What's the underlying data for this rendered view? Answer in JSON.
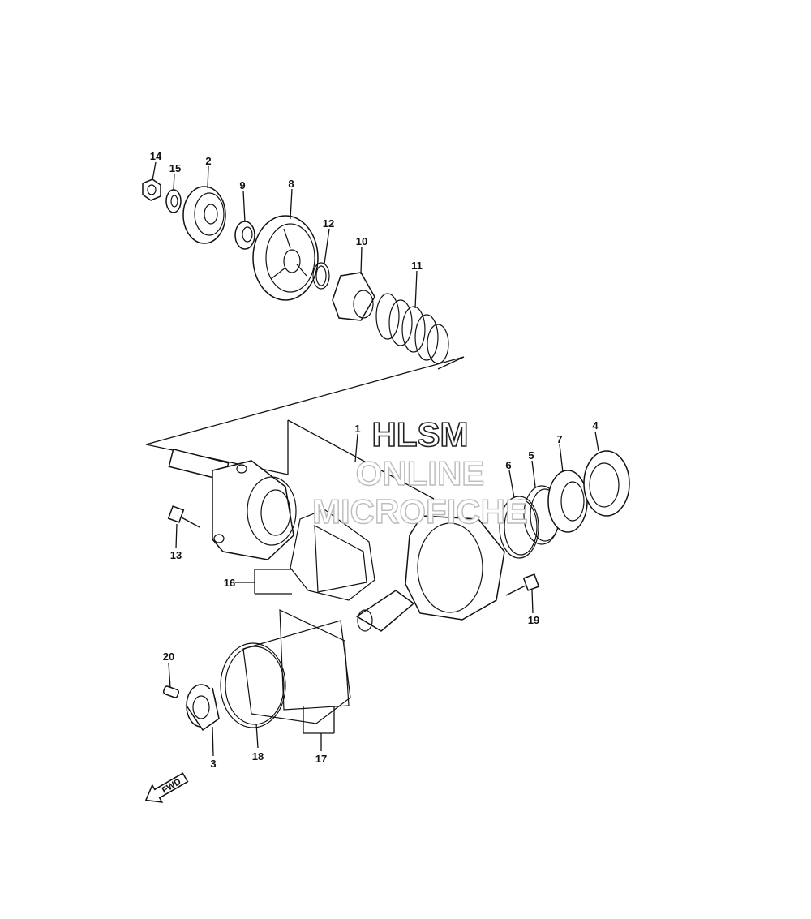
{
  "callouts": [
    "14",
    "15",
    "2",
    "9",
    "8",
    "12",
    "10",
    "11",
    "1",
    "13",
    "16",
    "6",
    "5",
    "7",
    "4",
    "19",
    "20",
    "3",
    "18",
    "17"
  ],
  "watermark": {
    "line1": "HLSM",
    "line2": "ONLINE",
    "line3": "MICROFICHE"
  },
  "fwd_label": "FWD"
}
